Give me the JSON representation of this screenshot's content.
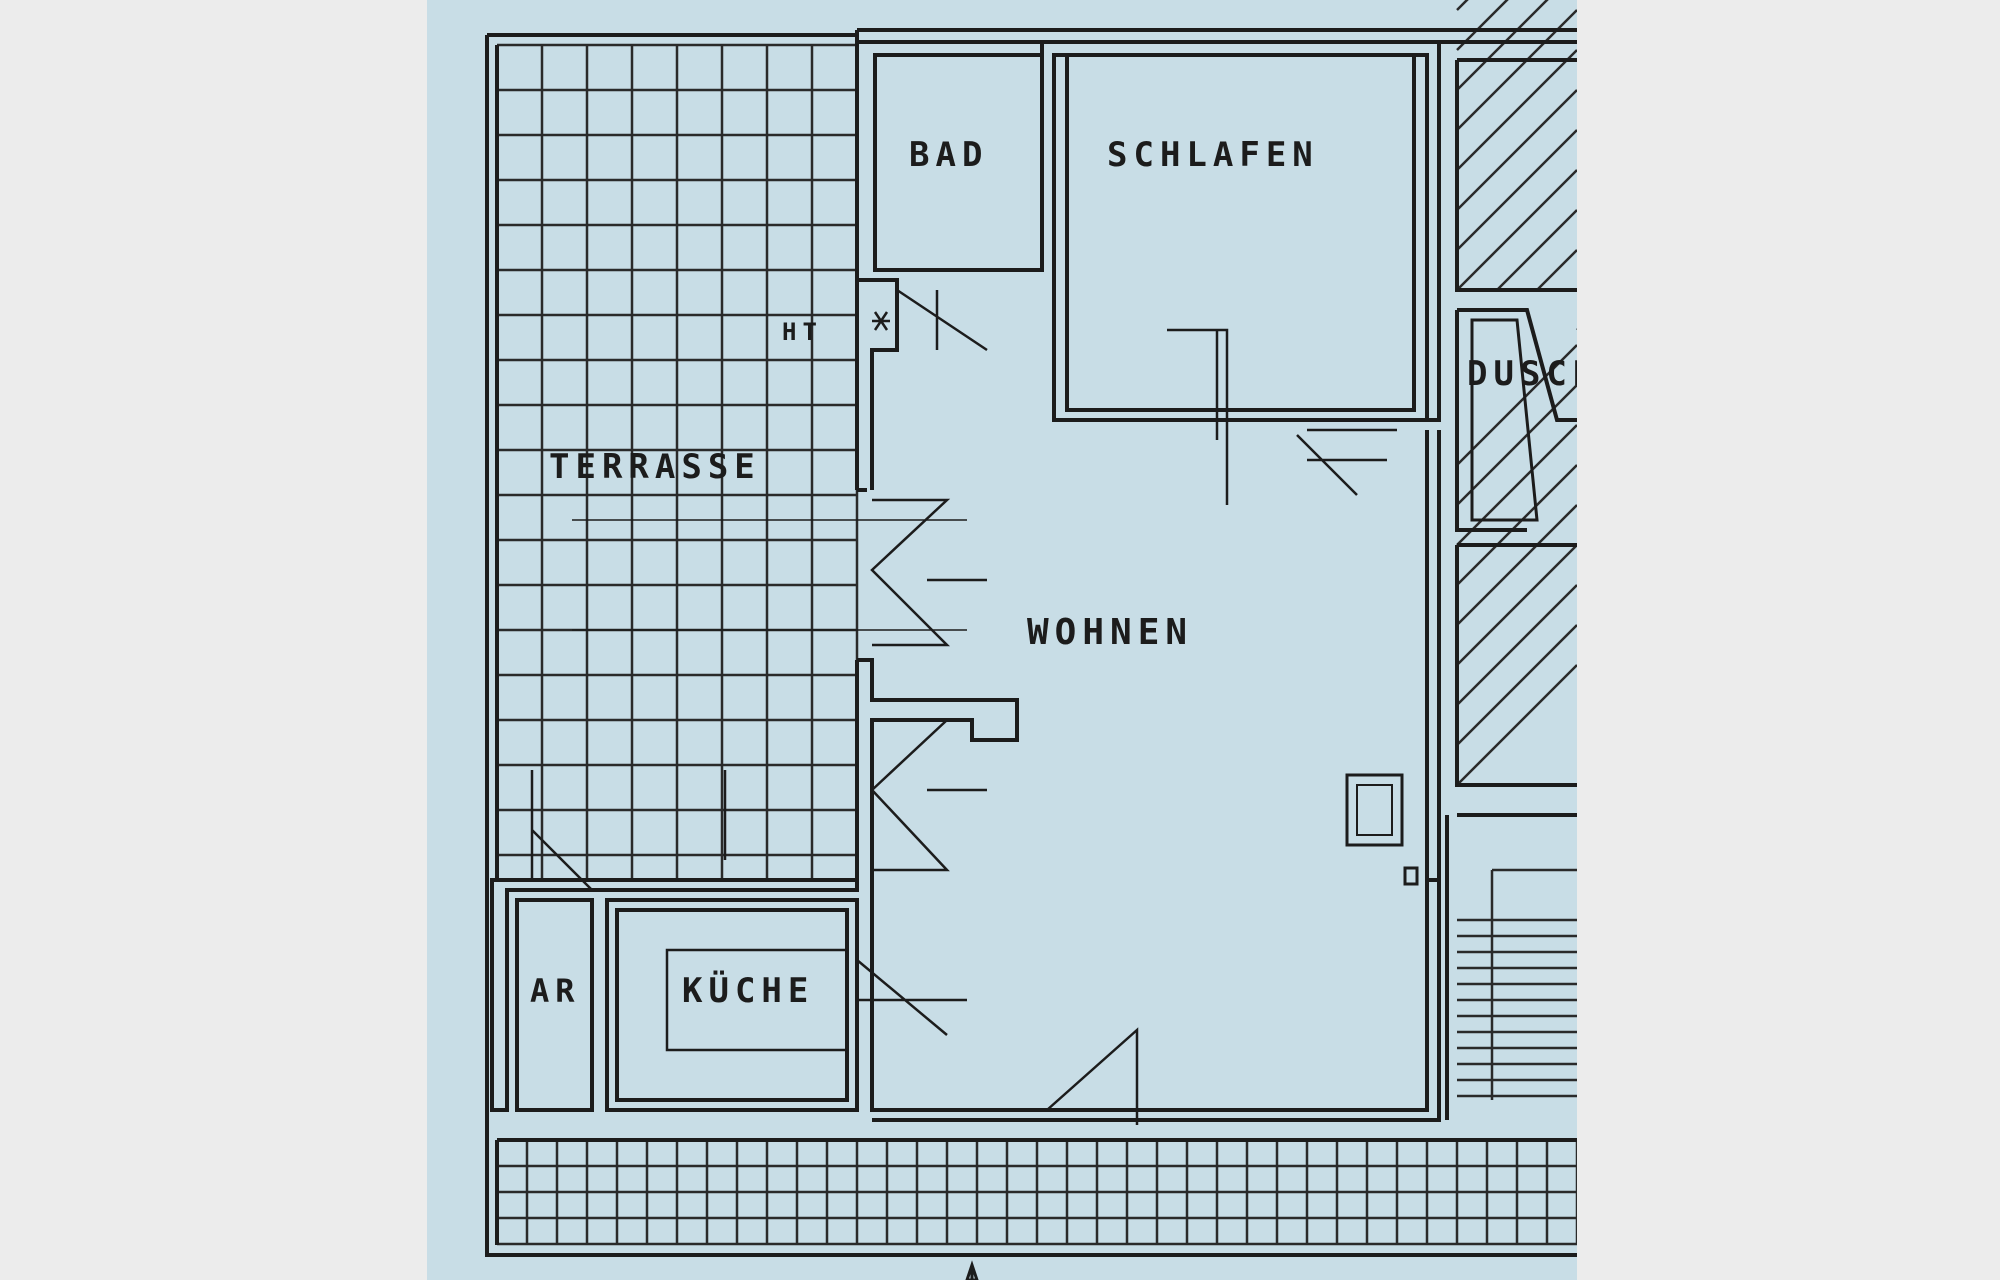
{
  "document": {
    "type": "floor plan"
  },
  "rooms": {
    "bad": "BAD",
    "schlafen": "SCHLAFEN",
    "ht": "HT",
    "dusche": "DUSCH",
    "terrasse": "TERRASSE",
    "wohnen": "WOHNEN",
    "ar": "AR",
    "kueche": "KÜCHE"
  },
  "colors": {
    "paper": "#c8dde6",
    "ink": "#1c1c1c",
    "margin": "#ececec"
  }
}
